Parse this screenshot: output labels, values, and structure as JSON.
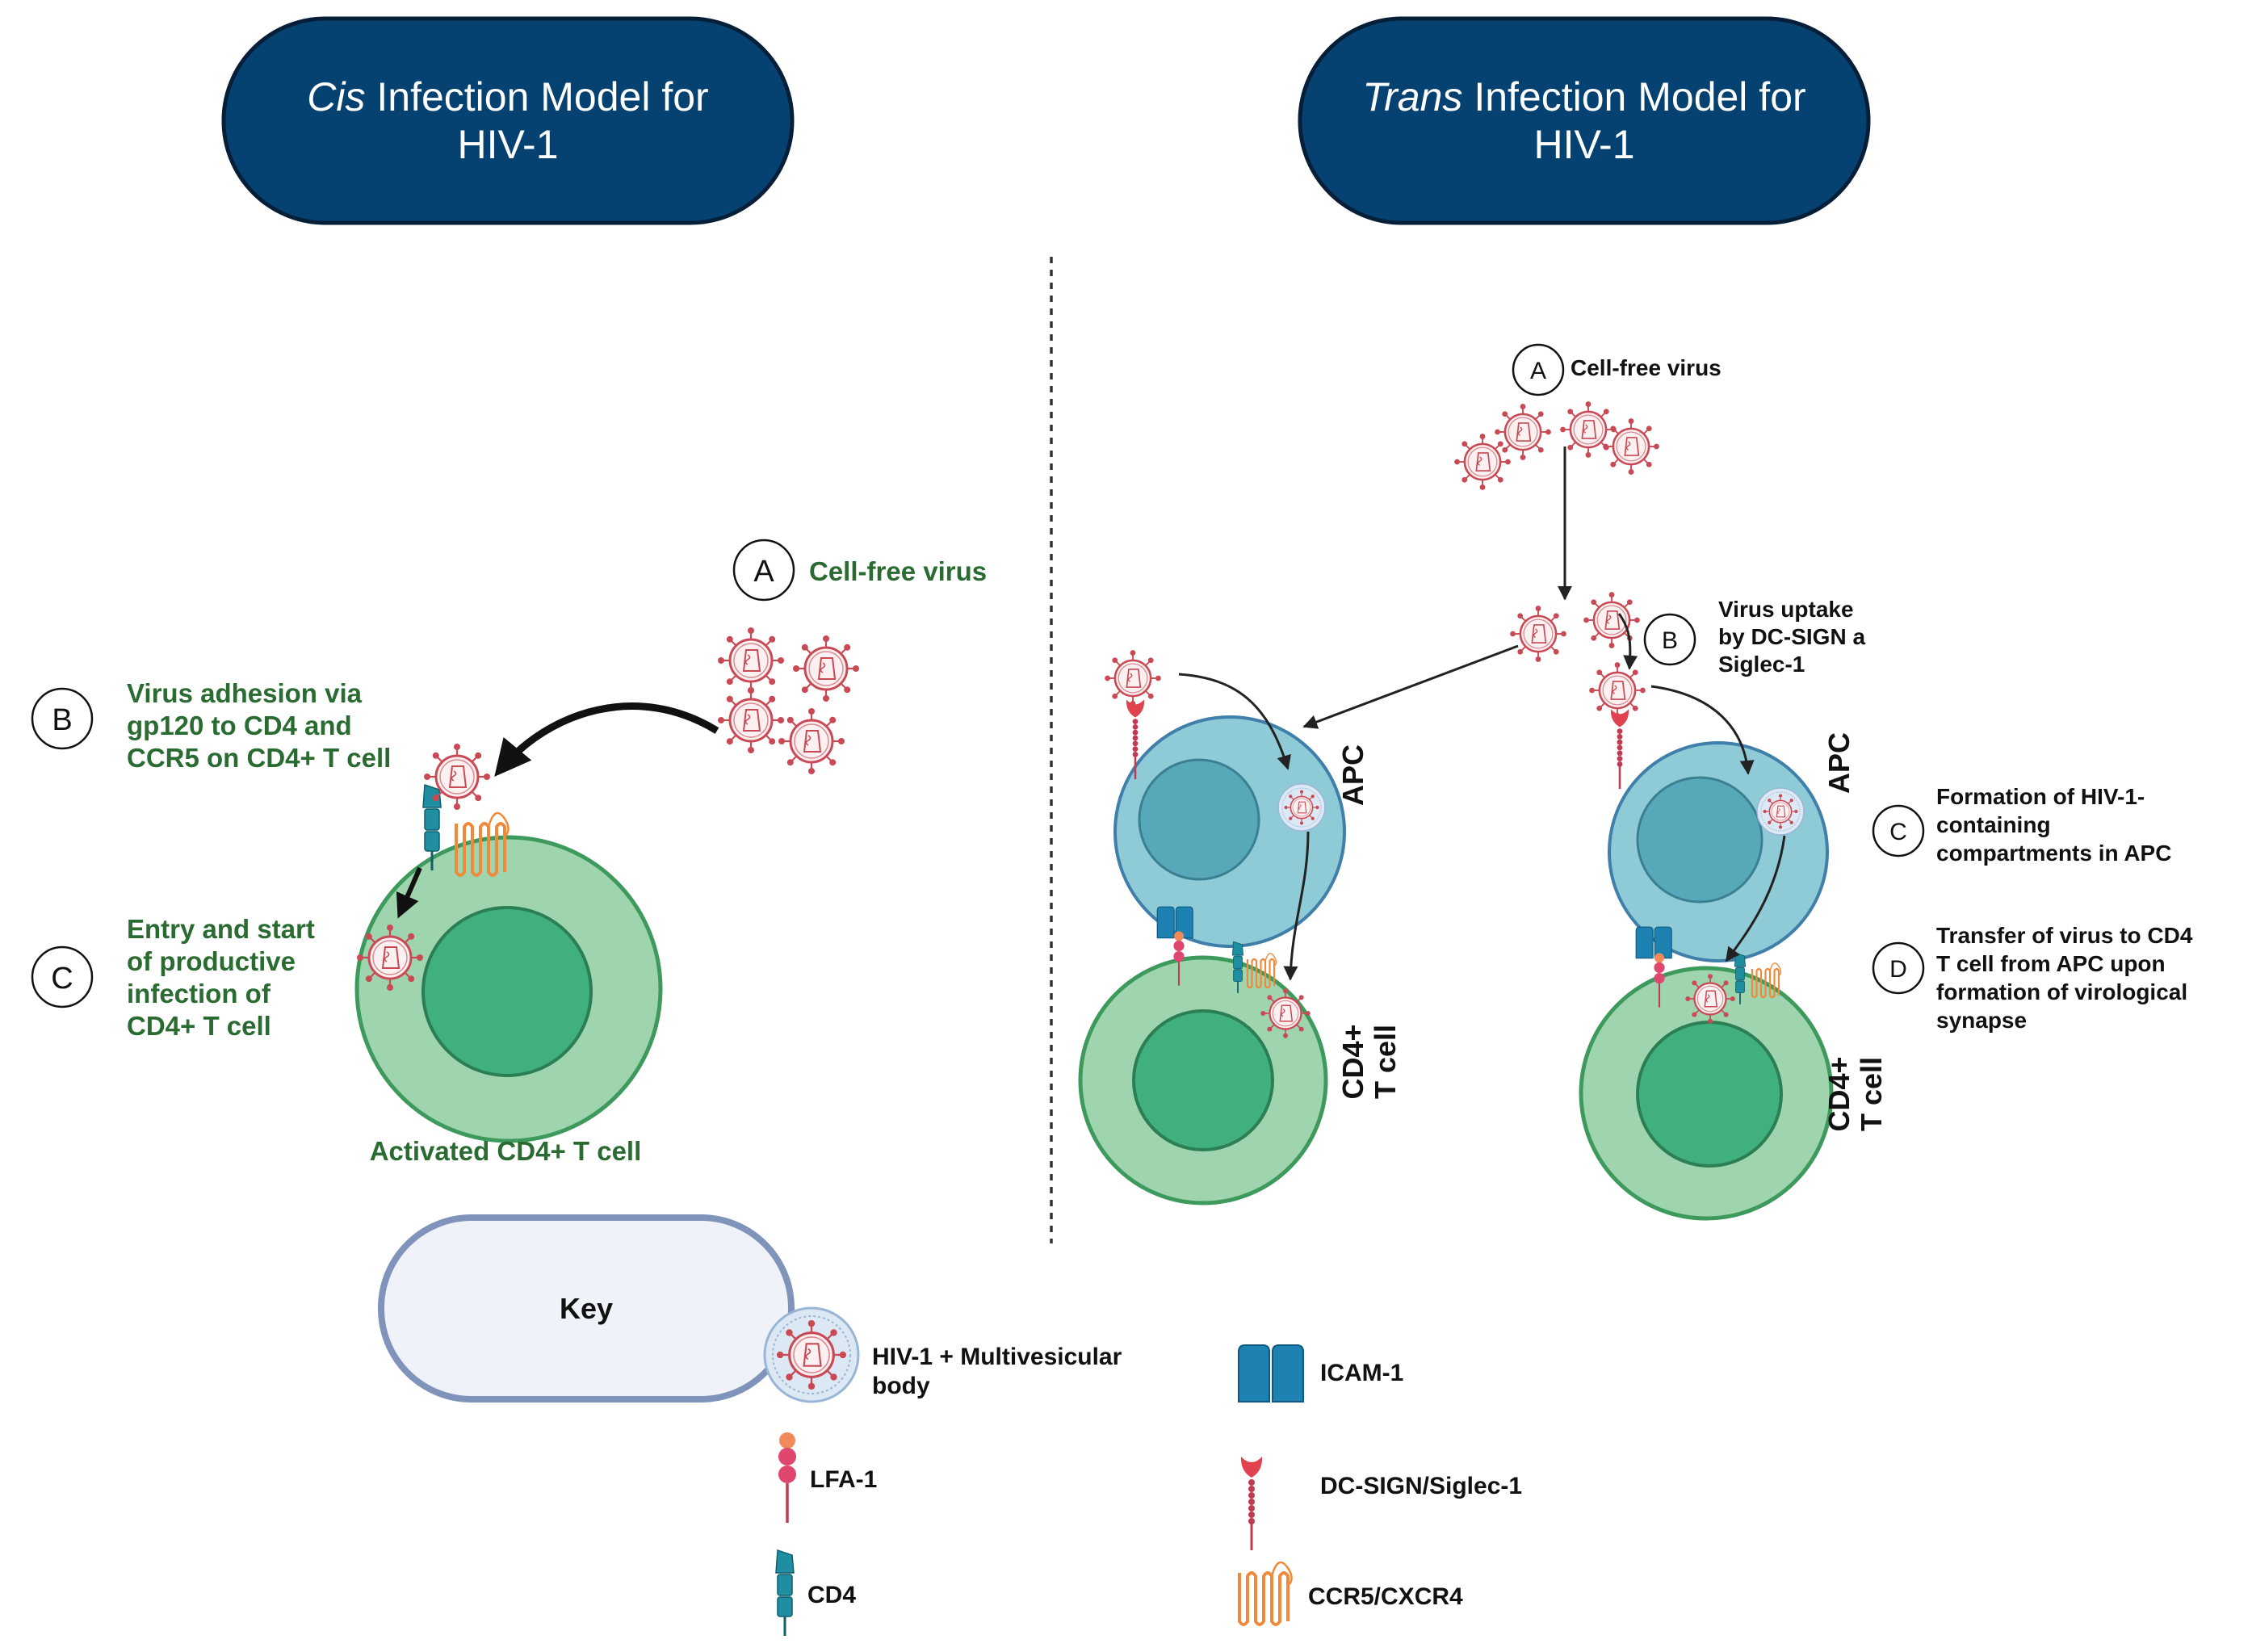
{
  "cis_title": {
    "italic": "Cis",
    "rest": " Infection Model for",
    "line2": "HIV-1"
  },
  "trans_title": {
    "italic": "Trans",
    "rest": " Infection Model for",
    "line2": "HIV-1"
  },
  "colors": {
    "title_fill": "#054272",
    "t_cell_outer": "#9ed4ae",
    "t_cell_inner": "#40b07f",
    "apc_outer": "#8fcbd6",
    "apc_inner": "#57a9ba",
    "virus": "#c94a55",
    "green_text": "#2a6b32",
    "key_fill": "#eff3f9",
    "key_border": "#7f93bb"
  },
  "cis": {
    "step_a": {
      "letter": "A",
      "label": "Cell-free virus"
    },
    "step_b": {
      "letter": "B",
      "lines": [
        "Virus adhesion via",
        "gp120 to CD4 and",
        "CCR5 on CD4+ T cell"
      ]
    },
    "step_c": {
      "letter": "C",
      "lines": [
        "Entry and start",
        "of productive",
        "infection of",
        "CD4+ T cell"
      ]
    },
    "cell_label": "Activated CD4+ T cell"
  },
  "trans": {
    "step_a": {
      "letter": "A",
      "label": "Cell-free virus"
    },
    "step_b": {
      "letter": "B",
      "lines": [
        "Virus uptake",
        "by DC-SIGN a",
        "Siglec-1"
      ]
    },
    "step_c": {
      "letter": "C",
      "lines": [
        "Formation of HIV-1-",
        "containing",
        "compartments in APC"
      ]
    },
    "step_d": {
      "letter": "D",
      "lines": [
        "Transfer of virus to CD4",
        "T cell from APC upon",
        "formation of virological",
        "synapse"
      ]
    },
    "apc_label": "APC",
    "tcell_label": [
      "CD4+",
      "T cell"
    ]
  },
  "key": {
    "title": "Key",
    "hiv_mvb": [
      "HIV-1 + Multivesicular",
      "body"
    ],
    "lfa1": "LFA-1",
    "cd4": "CD4",
    "icam1": "ICAM-1",
    "dcsign": "DC-SIGN/Siglec-1",
    "ccr5": "CCR5/CXCR4"
  }
}
